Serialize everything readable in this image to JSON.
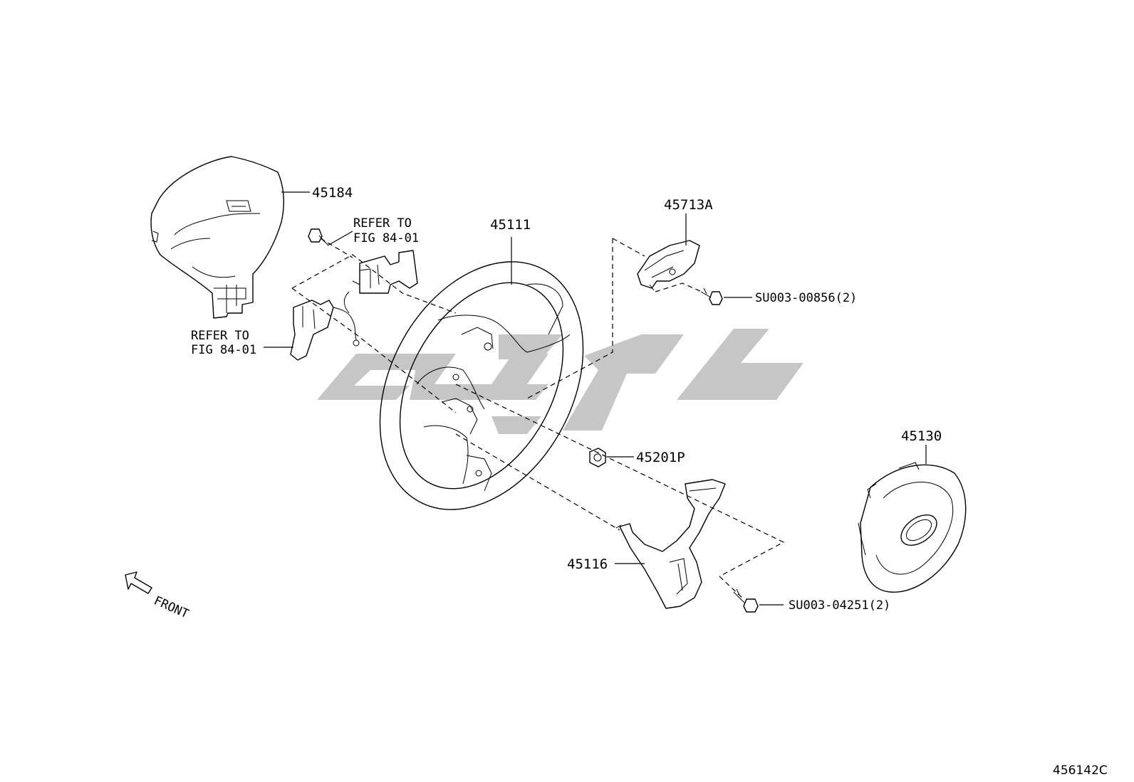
{
  "diagram": {
    "parts": [
      {
        "id": "45184",
        "label": "45184"
      },
      {
        "id": "45111",
        "label": "45111"
      },
      {
        "id": "45713A",
        "label": "45713A"
      },
      {
        "id": "45201P",
        "label": "45201P"
      },
      {
        "id": "45116",
        "label": "45116"
      },
      {
        "id": "45130",
        "label": "45130"
      }
    ],
    "fasteners": [
      {
        "id": "screw-upper",
        "label": "SU003-00856(2)"
      },
      {
        "id": "screw-lower",
        "label": "SU003-04251(2)"
      }
    ],
    "references": [
      {
        "id": "ref-upper",
        "line1": "REFER TO",
        "line2": "FIG 84-01"
      },
      {
        "id": "ref-lower",
        "line1": "REFER TO",
        "line2": "FIG 84-01"
      }
    ],
    "direction_label": "FRONT",
    "figure_code": "456142C"
  }
}
